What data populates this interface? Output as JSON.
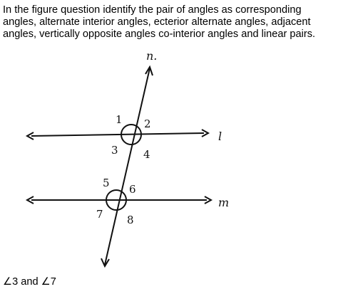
{
  "question": {
    "text": "In the figure question identify the pair of angles as corresponding angles, alternate interior angles, ecterior alternate angles, adjacent angles, vertically opposite angles co-interior angles and linear pairs."
  },
  "figure": {
    "transversal_label": "n.",
    "line_l_label": "l",
    "line_m_label": "m",
    "angle_labels_top": [
      "1",
      "2",
      "3",
      "4"
    ],
    "angle_labels_bottom": [
      "5",
      "6",
      "7",
      "8"
    ]
  },
  "answer": {
    "text": "∠3 and ∠7"
  }
}
